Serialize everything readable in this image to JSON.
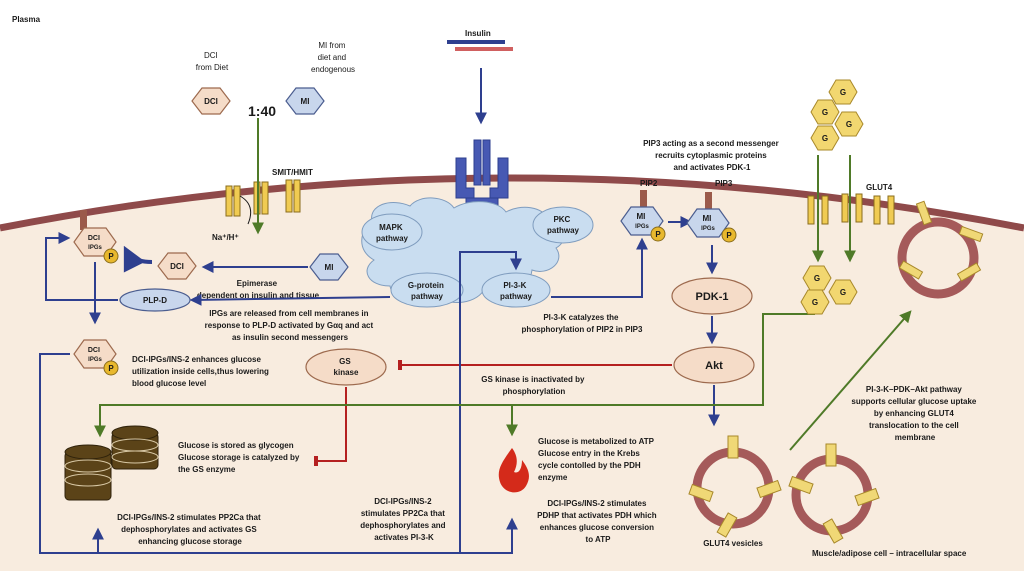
{
  "regions": {
    "plasma": "Plasma",
    "intracellular": "Muscle/adipose cell – intracellular space"
  },
  "molecules": {
    "dci_source": [
      "DCI",
      "from Diet"
    ],
    "mi_source": [
      "MI from",
      "diet and",
      "endogenous"
    ],
    "dci": "DCI",
    "mi": "MI",
    "ratio": "1:40",
    "insulin": "Insulin",
    "ir": "IR",
    "g": "G",
    "p": "P",
    "pip2": "PIP2",
    "pip3": "PIP3",
    "mi_ipgs": [
      "MI",
      "IPGs"
    ],
    "dci_ipgs": [
      "DCI",
      "IPGs"
    ]
  },
  "transporters": {
    "smit_hmit": "SMIT/HMIT",
    "na_h": "Na⁺/H⁺",
    "glut4": "GLUT4",
    "glut4_vesicles": "GLUT4 vesicles"
  },
  "pathways": {
    "mapk": [
      "MAPK",
      "pathway"
    ],
    "pkc": [
      "PKC",
      "pathway"
    ],
    "g_protein": [
      "G-protein",
      "pathway"
    ],
    "pi3k": [
      "PI-3-K",
      "pathway"
    ]
  },
  "nodes": {
    "plp_d": "PLP-D",
    "pdk1": "PDK-1",
    "akt": "Akt",
    "gs_kinase": [
      "GS",
      "kinase"
    ]
  },
  "annotations": {
    "epimerase": [
      "Epimerase",
      "dependent on insulin and tissue"
    ],
    "ipgs_released": [
      "IPGs are released from cell membranes in",
      "response to PLP-D activated by Gαq and act",
      "as insulin second messengers"
    ],
    "dci_utilization": [
      "DCI-IPGs/INS-2 enhances glucose",
      "utilization inside cells,thus lowering",
      "blood glucose level"
    ],
    "pip3_messenger": [
      "PIP3 acting as a second messenger",
      "recruits cytoplasmic proteins",
      "and activates PDK-1"
    ],
    "pi3k_catalyzes": [
      "PI-3-K catalyzes the",
      "phosphorylation of PIP2 in PIP3"
    ],
    "gs_kinase_inactivated": [
      "GS kinase is inactivated by",
      "phosphorylation"
    ],
    "glycogen": [
      "Glucose is stored as glycogen",
      "Glucose storage is catalyzed by",
      "the GS enzyme"
    ],
    "pp2ca_gs": [
      "DCI-IPGs/INS-2 stimulates PP2Ca that",
      "dephosphorylates and activates GS",
      "enhancing glucose storage"
    ],
    "pp2ca_pi3k": [
      "DCI-IPGs/INS-2",
      "stimulates PP2Ca that",
      "dephosphorylates and",
      "activates PI-3-K"
    ],
    "atp": [
      "Glucose is metabolized to ATP",
      "Glucose entry in the Krebs",
      "cycle contolled by the PDH",
      "enzyme"
    ],
    "pdhp": [
      "DCI-IPGs/INS-2 stimulates",
      "PDHP that activates PDH which",
      "enhances glucose conversion",
      "to ATP"
    ],
    "glut4_pathway": [
      "PI-3-K–PDK–Akt pathway",
      "supports cellular glucose uptake",
      "by enhancing GLUT4",
      "translocation to the cell",
      "membrane"
    ]
  },
  "colors": {
    "membrane": "#8f4a4a",
    "cytoplasm": "#f8ecdf",
    "nav_blue": "#2e3f8f",
    "green": "#4f7a28",
    "red": "#b52020",
    "dci_fill": "#f5dcc8",
    "mi_fill": "#c8d6ec",
    "glucose": "#f2d770",
    "cloud": "#c9ddf0",
    "ir_blue": "#4759b3"
  }
}
